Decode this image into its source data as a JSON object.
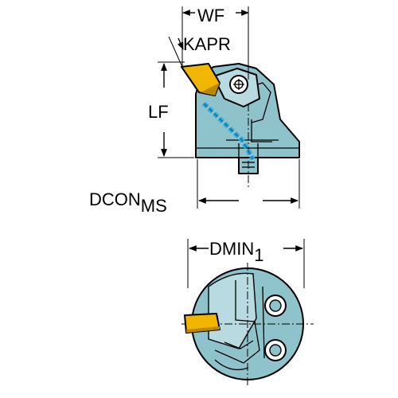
{
  "labels": {
    "wf": "WF",
    "kapr": "KAPR",
    "lf": "LF",
    "dcon_main": "DCON",
    "dcon_sub": "MS",
    "dmin_main": "DMIN",
    "dmin_sub": "1"
  },
  "colors": {
    "body": "#8fc3cc",
    "body_dark": "#6fa6b0",
    "insert": "#f2b600",
    "insert_dark": "#b98a00",
    "coolant": "#29a8e0",
    "line": "#000000",
    "background": "#ffffff"
  }
}
